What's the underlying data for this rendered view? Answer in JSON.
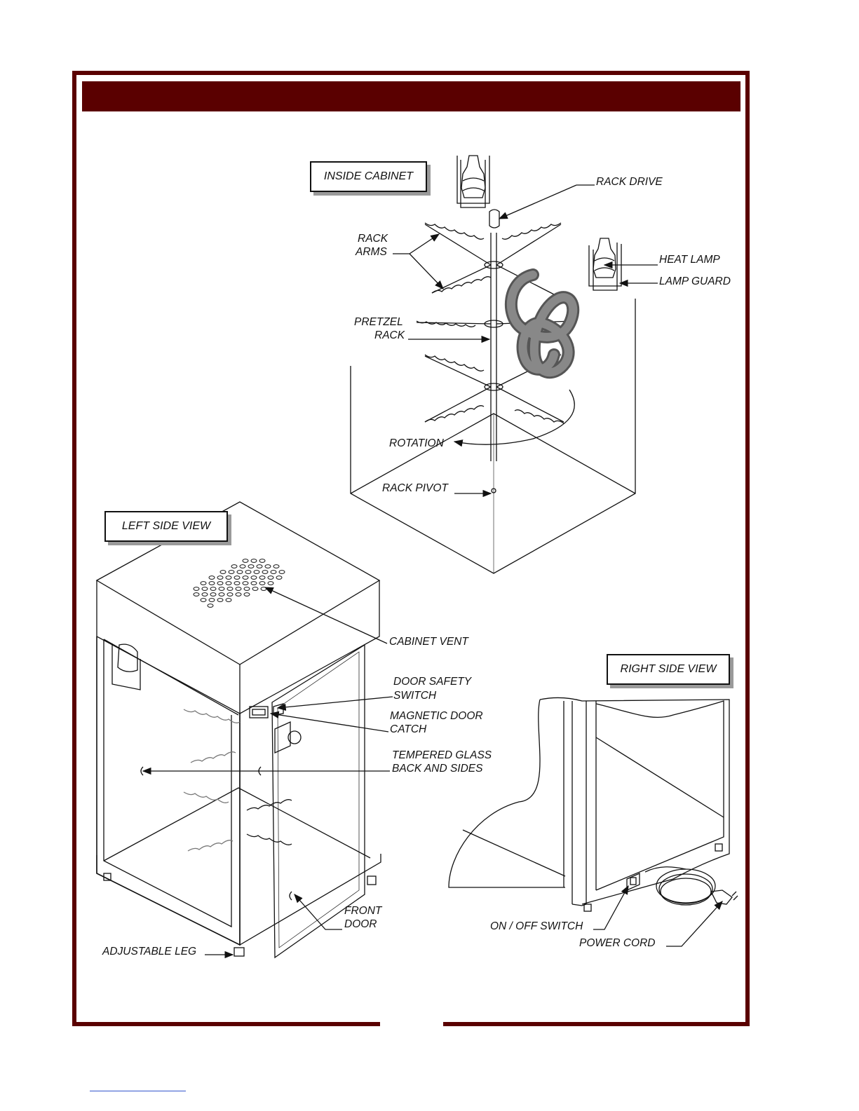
{
  "colors": {
    "frame": "#5a0000",
    "ink": "#111111",
    "shadow": "#9a9a9a",
    "link": "#3355cc"
  },
  "boxes": {
    "inside_cabinet": "INSIDE CABINET",
    "left_side_view": "LEFT SIDE VIEW",
    "right_side_view": "RIGHT SIDE VIEW"
  },
  "labels": {
    "rack_drive": "RACK DRIVE",
    "rack_arms_1": "RACK",
    "rack_arms_2": "ARMS",
    "heat_lamp": "HEAT LAMP",
    "lamp_guard": "LAMP GUARD",
    "pretzel_rack_1": "PRETZEL",
    "pretzel_rack_2": "RACK",
    "rotation": "ROTATION",
    "rack_pivot": "RACK PIVOT",
    "cabinet_vent": "CABINET VENT",
    "door_safety_switch_1": "DOOR SAFETY",
    "door_safety_switch_2": "SWITCH",
    "magnetic_door_catch_1": "MAGNETIC DOOR",
    "magnetic_door_catch_2": "CATCH",
    "tempered_glass_1": "TEMPERED GLASS",
    "tempered_glass_2": "BACK AND SIDES",
    "front_door_1": "FRONT",
    "front_door_2": "DOOR",
    "adjustable_leg": "ADJUSTABLE LEG",
    "on_off_switch": "ON / OFF SWITCH",
    "power_cord": "POWER CORD"
  }
}
